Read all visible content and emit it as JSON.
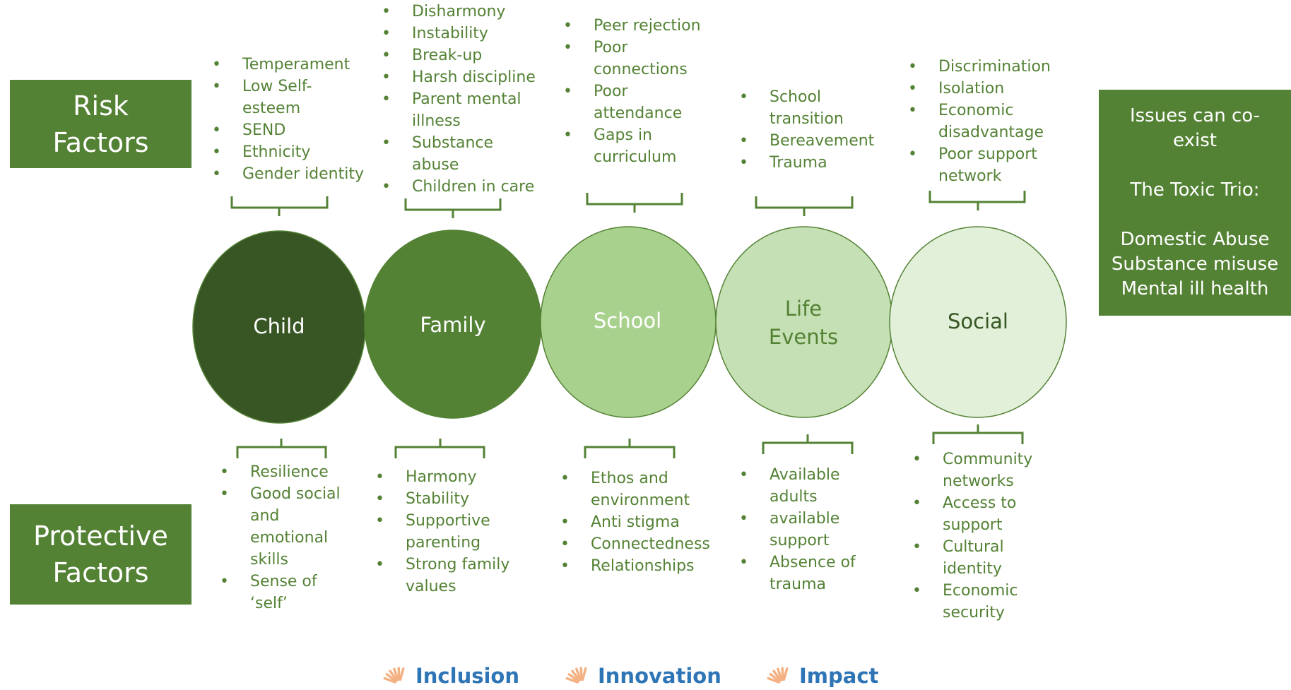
{
  "risk_label": [
    "Risk",
    "Factors"
  ],
  "protective_label": [
    "Protective",
    "Factors"
  ],
  "issues_box": {
    "line1": [
      "Issues can co-",
      "exist"
    ],
    "line2": "The Toxic Trio:",
    "line3": [
      "Domestic Abuse",
      "Substance misuse",
      "Mental ill health"
    ]
  },
  "circles": [
    {
      "lines": [
        "Child"
      ],
      "fill": "#375623",
      "text_color": "#ffffff"
    },
    {
      "lines": [
        "Family"
      ],
      "fill": "#548235",
      "text_color": "#ffffff"
    },
    {
      "lines": [
        "School"
      ],
      "fill": "#a9d18e",
      "text_color": "#ffffff"
    },
    {
      "lines": [
        "Life",
        "Events"
      ],
      "fill": "#c5e0b4",
      "text_color": "#548235"
    },
    {
      "lines": [
        "Social"
      ],
      "fill": "#e2f0d9",
      "text_color": "#375623"
    }
  ],
  "risk_lists": [
    [
      [
        "Temperament"
      ],
      [
        "Low Self-",
        "esteem"
      ],
      [
        "SEND"
      ],
      [
        "Ethnicity"
      ],
      [
        "Gender identity"
      ]
    ],
    [
      [
        "Disharmony"
      ],
      [
        "Instability"
      ],
      [
        "Break-up"
      ],
      [
        "Harsh discipline"
      ],
      [
        "Parent mental",
        "illness"
      ],
      [
        "Substance",
        "abuse"
      ],
      [
        "Children in care"
      ]
    ],
    [
      [
        "Peer rejection"
      ],
      [
        "Poor",
        "connections"
      ],
      [
        "Poor",
        "attendance"
      ],
      [
        "Gaps in",
        "curriculum"
      ]
    ],
    [
      [
        "School",
        "transition"
      ],
      [
        "Bereavement"
      ],
      [
        "Trauma"
      ]
    ],
    [
      [
        "Discrimination"
      ],
      [
        "Isolation"
      ],
      [
        "Economic",
        "disadvantage"
      ],
      [
        "Poor support",
        "network"
      ]
    ]
  ],
  "protective_lists": [
    [
      [
        "Resilience"
      ],
      [
        "Good social",
        "and",
        "emotional",
        "skills"
      ],
      [
        "Sense of",
        "‘self’"
      ]
    ],
    [
      [
        "Harmony"
      ],
      [
        "Stability"
      ],
      [
        "Supportive",
        "parenting"
      ],
      [
        "Strong family",
        "values"
      ]
    ],
    [
      [
        "Ethos and",
        "environment"
      ],
      [
        "Anti stigma"
      ],
      [
        "Connectedness"
      ],
      [
        "Relationships"
      ]
    ],
    [
      [
        "Available",
        "adults"
      ],
      [
        "available",
        "support"
      ],
      [
        "Absence of",
        "trauma"
      ]
    ],
    [
      [
        "Community",
        "networks"
      ],
      [
        "Access to",
        "support"
      ],
      [
        "Cultural",
        "identity"
      ],
      [
        "Economic",
        "security"
      ]
    ]
  ],
  "footer": [
    "Inclusion",
    "Innovation",
    "Impact"
  ],
  "colors": {
    "green_box": "#548235",
    "list_text": "#548235",
    "footer_text": "#2e75b6",
    "footer_icon": "#f4b183"
  }
}
